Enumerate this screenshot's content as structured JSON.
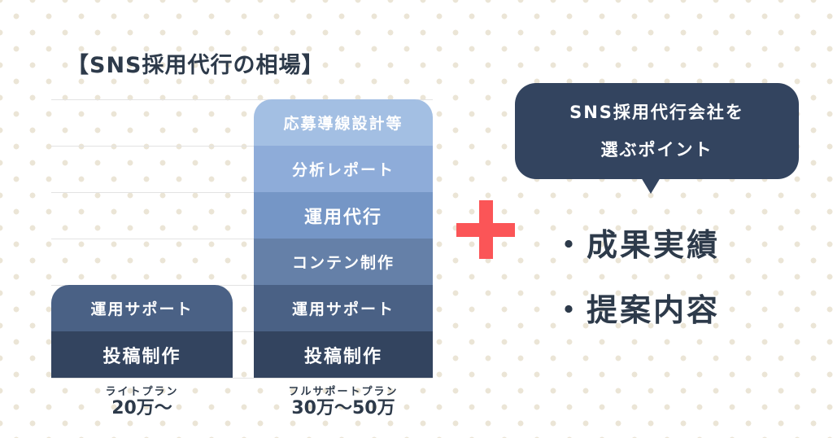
{
  "title": "【SNS採用代行の相場】",
  "plans": [
    {
      "name": "ライトプラン",
      "price": "20万〜",
      "items": [
        "運用サポート",
        "投稿制作"
      ]
    },
    {
      "name": "フルサポートプラン",
      "price": "30万〜50万",
      "items": [
        "応募導線設計等",
        "分析レポート",
        "運用代行",
        "コンテン制作",
        "運用サポート",
        "投稿制作"
      ]
    }
  ],
  "bubble": {
    "line1": "SNS採用代行会社を",
    "line2": "選ぶポイント"
  },
  "points": [
    "・成果実績",
    "・提案内容"
  ],
  "colors": {
    "dark": "#33445f",
    "accent": "#fb5557"
  }
}
